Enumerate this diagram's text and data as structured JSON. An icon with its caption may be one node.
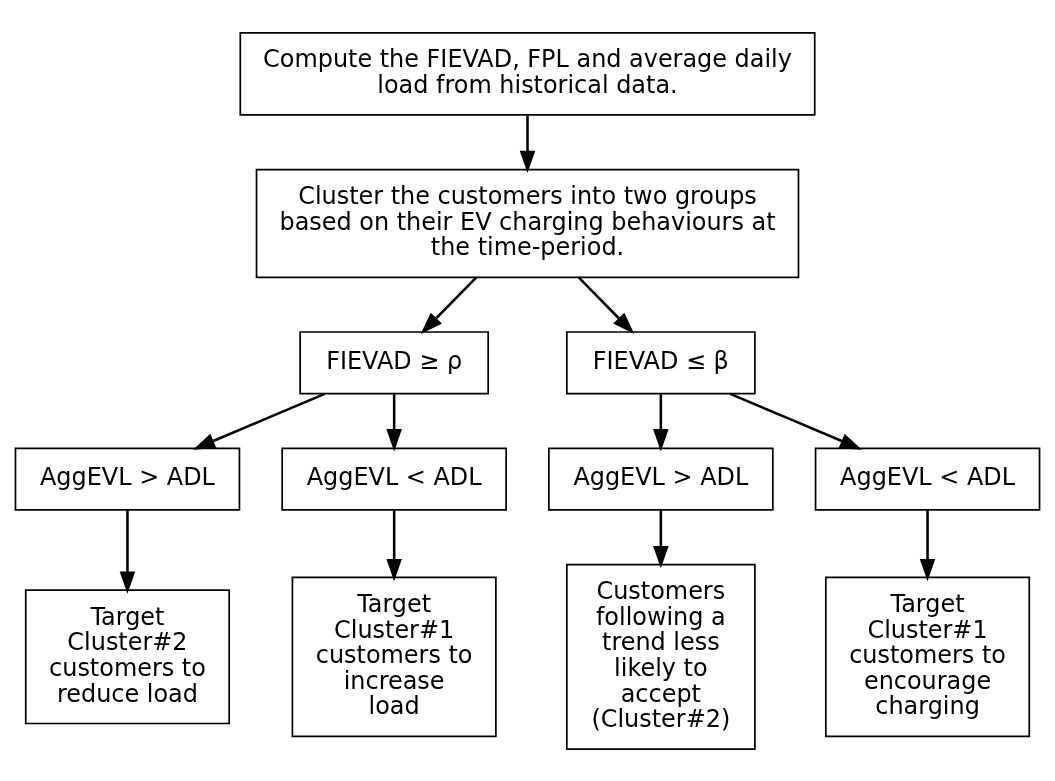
{
  "diagram": {
    "nodes": [
      {
        "text": [
          "Compute the FIEVAD, FPL and average daily load from historical data."
        ]
      },
      {
        "text": [
          "Cluster the customers into two groups based on their EV charging behaviours at the time-period."
        ]
      },
      {
        "text": [
          "FIEVAD ≥ ρ"
        ]
      },
      {
        "text": [
          "FIEVAD ≤ β"
        ]
      },
      {
        "text": [
          "AggEVL > ADL"
        ]
      },
      {
        "text": [
          "AggEVL < ADL"
        ]
      },
      {
        "text": [
          "AggEVL > ADL"
        ]
      },
      {
        "text": [
          "AggEVL < ADL"
        ]
      },
      {
        "text": [
          "Target Cluster#2 customers to reduce load"
        ]
      },
      {
        "text": [
          "Target Cluster#1 customers to increase load"
        ]
      },
      {
        "text": [
          "Customers following a trend less likely to accept (Cluster#2)"
        ]
      },
      {
        "text": [
          "Target Cluster#1 customers to encourage charging"
        ]
      }
    ],
    "edges": [
      {
        "from": 0,
        "to": 1,
        "arrow": "to"
      },
      {
        "from": 1,
        "to": 2,
        "arrow": "to"
      },
      {
        "from": 1,
        "to": 3,
        "arrow": "to"
      },
      {
        "from": 2,
        "to": 4,
        "arrow": "to"
      },
      {
        "from": 2,
        "to": 5,
        "arrow": "to"
      },
      {
        "from": 3,
        "to": 6,
        "arrow": "to"
      },
      {
        "from": 3,
        "to": 7,
        "arrow": "to"
      },
      {
        "from": 4,
        "to": 8,
        "arrow": "to"
      },
      {
        "from": 5,
        "to": 9,
        "arrow": "to"
      },
      {
        "from": 6,
        "to": 10,
        "arrow": "to"
      },
      {
        "from": 7,
        "to": 11,
        "arrow": "to"
      }
    ]
  }
}
